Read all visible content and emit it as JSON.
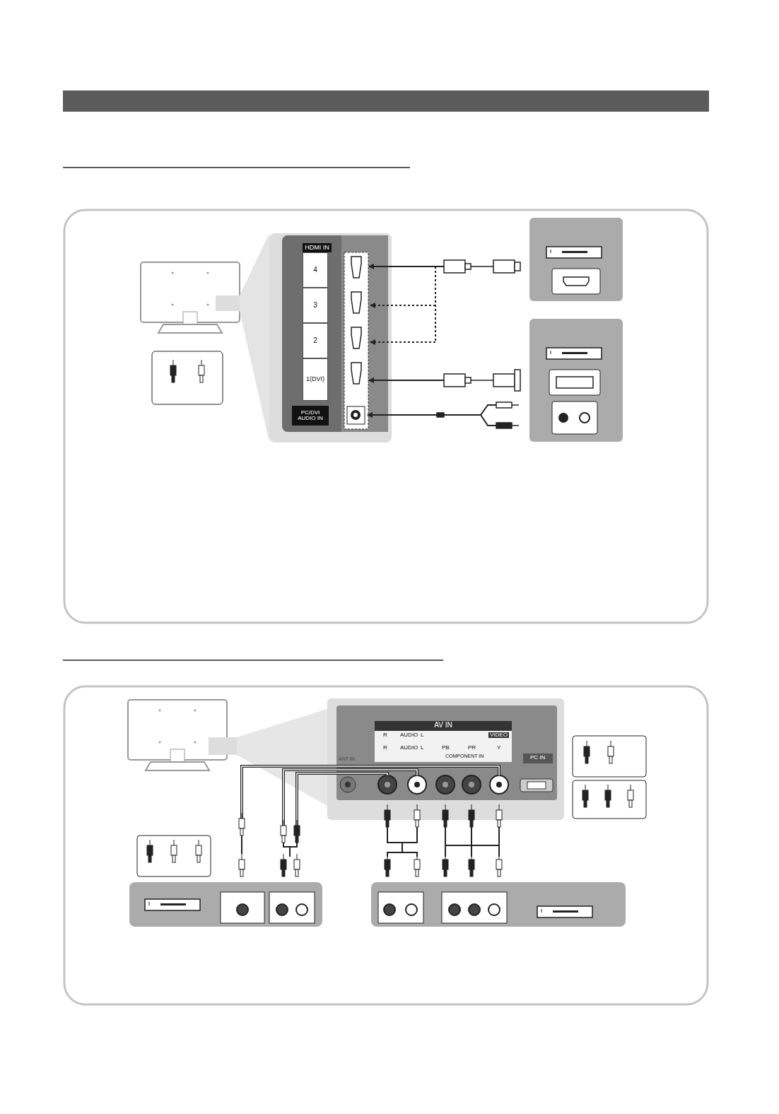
{
  "diagram": {
    "nodes": [
      {
        "text": [
          "HDMI IN"
        ]
      },
      {
        "text": [
          "4"
        ]
      },
      {
        "text": [
          "3"
        ]
      },
      {
        "text": [
          "2"
        ]
      },
      {
        "text": [
          "1(DVI)"
        ]
      },
      {
        "text": [
          "PC/DVI AUDIO IN"
        ]
      }
    ],
    "labels": [
      "AV IN",
      "R",
      "AUDIO",
      "L",
      "VIDEO",
      "R",
      "AUDIO",
      "L",
      "PB",
      "PR",
      "Y",
      "COMPONENT IN",
      "PC IN",
      "ANT IN"
    ]
  }
}
